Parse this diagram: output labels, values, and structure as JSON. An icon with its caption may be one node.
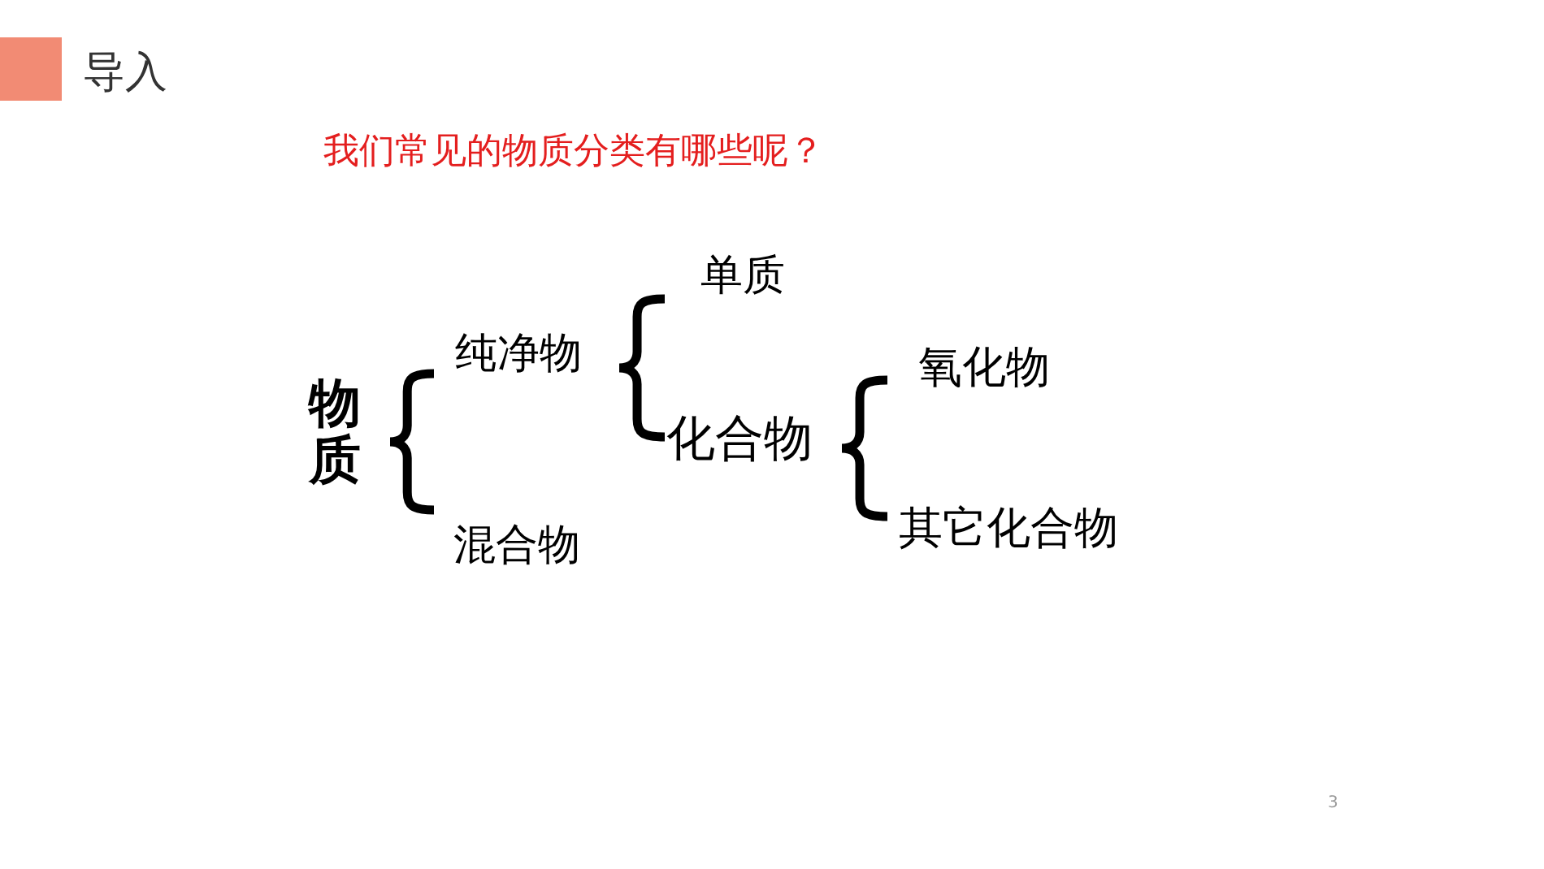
{
  "diagram": {
    "title": "导入",
    "labels": [
      "我们常见的物质分类有哪些呢？",
      "单质",
      "纯净物",
      "氧化物",
      "物质",
      "化合物",
      "其它化合物",
      "混合物",
      "3"
    ]
  }
}
